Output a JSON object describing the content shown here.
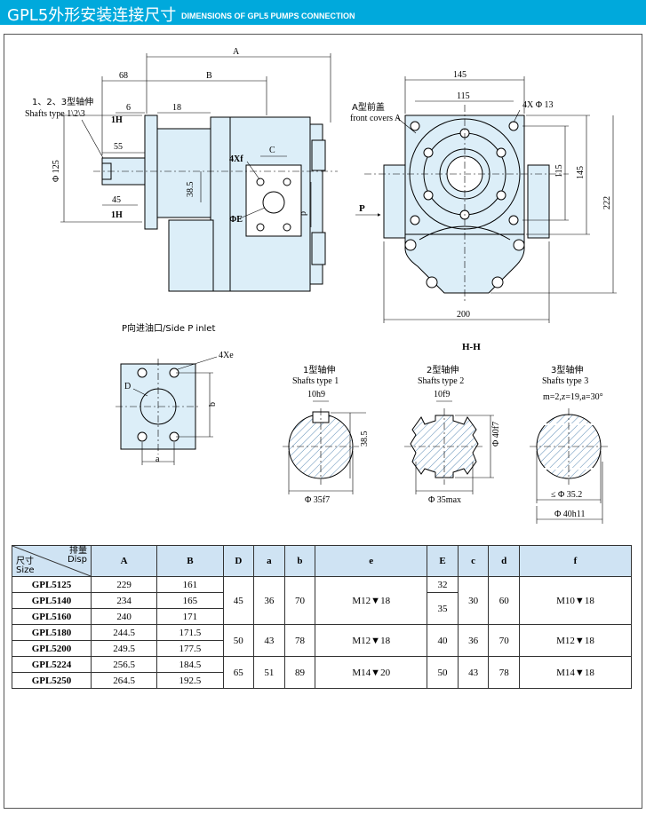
{
  "header": {
    "title_cn": "GPL5外形安装连接尺寸",
    "title_en": "DIMENSIONS OF GPL5 PUMPS CONNECTION"
  },
  "colors": {
    "header_bg": "#00a9dc",
    "part_fill": "#dceef8",
    "hatch": "#5b8bb5",
    "table_header": "#cfe3f3"
  },
  "side_view": {
    "dim_A": "A",
    "dim_68": "68",
    "dim_B": "B",
    "dim_6": "6",
    "dim_18": "18",
    "label_1H_top": "1H",
    "label_1H_bottom": "1H",
    "dim_55": "55",
    "dim_45": "45",
    "dim_phi125": "Φ 125",
    "dim_4xf": "4Xf",
    "dim_C": "C",
    "dim_38_5": "38.5",
    "dim_phiE": "ΦE",
    "dim_d": "d",
    "shaft_label_cn": "1、2、3型轴伸",
    "shaft_label_en": "Shafts type 1\\2\\3"
  },
  "front_view": {
    "dim_145_top": "145",
    "dim_115_top": "115",
    "dim_4xphi13": "4X Φ 13",
    "front_cover_cn": "A型前盖",
    "front_cover_en": "front covers A",
    "dim_115_right": "115",
    "dim_145_right": "145",
    "dim_222": "222",
    "dim_200": "200",
    "label_P": "P",
    "label_HH": "H-H"
  },
  "inlet_view": {
    "label": "P向进油口/Side P inlet",
    "dim_4xe": "4Xe",
    "dim_D": "D",
    "dim_b": "b",
    "dim_a": "a"
  },
  "shafts": [
    {
      "cn": "1型轴伸",
      "en": "Shafts type 1",
      "dim_top": "10h9",
      "dim_side": "38.5",
      "dim_bottom": "Φ 35f7"
    },
    {
      "cn": "2型轴伸",
      "en": "Shafts type 2",
      "dim_top": "10f9",
      "dim_side": "Φ 40f7",
      "dim_bottom": "Φ 35max"
    },
    {
      "cn": "3型轴伸",
      "en": "Shafts type 3",
      "dim_top": "m=2,z=19,a=30°",
      "dim_bottom1": "≤ Φ 35.2",
      "dim_bottom2": "Φ 40h11"
    }
  ],
  "table": {
    "corner_top_cn": "排量",
    "corner_top_en": "Disp",
    "corner_bottom_cn": "尺寸",
    "corner_bottom_en": "Size",
    "columns": [
      "A",
      "B",
      "D",
      "a",
      "b",
      "e",
      "E",
      "c",
      "d",
      "f"
    ],
    "models": [
      {
        "model": "GPL5125",
        "A": "229",
        "B": "161"
      },
      {
        "model": "GPL5140",
        "A": "234",
        "B": "165"
      },
      {
        "model": "GPL5160",
        "A": "240",
        "B": "171"
      },
      {
        "model": "GPL5180",
        "A": "244.5",
        "B": "171.5"
      },
      {
        "model": "GPL5200",
        "A": "249.5",
        "B": "177.5"
      },
      {
        "model": "GPL5224",
        "A": "256.5",
        "B": "184.5"
      },
      {
        "model": "GPL5250",
        "A": "264.5",
        "B": "192.5"
      }
    ],
    "groups": [
      {
        "D": "45",
        "a": "36",
        "b": "70",
        "e": "M12▼18",
        "E1": "32",
        "E2": "35",
        "c": "30",
        "d": "60",
        "f": "M10▼18"
      },
      {
        "D": "50",
        "a": "43",
        "b": "78",
        "e": "M12▼18",
        "E": "40",
        "c": "36",
        "d": "70",
        "f": "M12▼18"
      },
      {
        "D": "65",
        "a": "51",
        "b": "89",
        "e": "M14▼20",
        "E": "50",
        "c": "43",
        "d": "78",
        "f": "M14▼18"
      }
    ]
  }
}
